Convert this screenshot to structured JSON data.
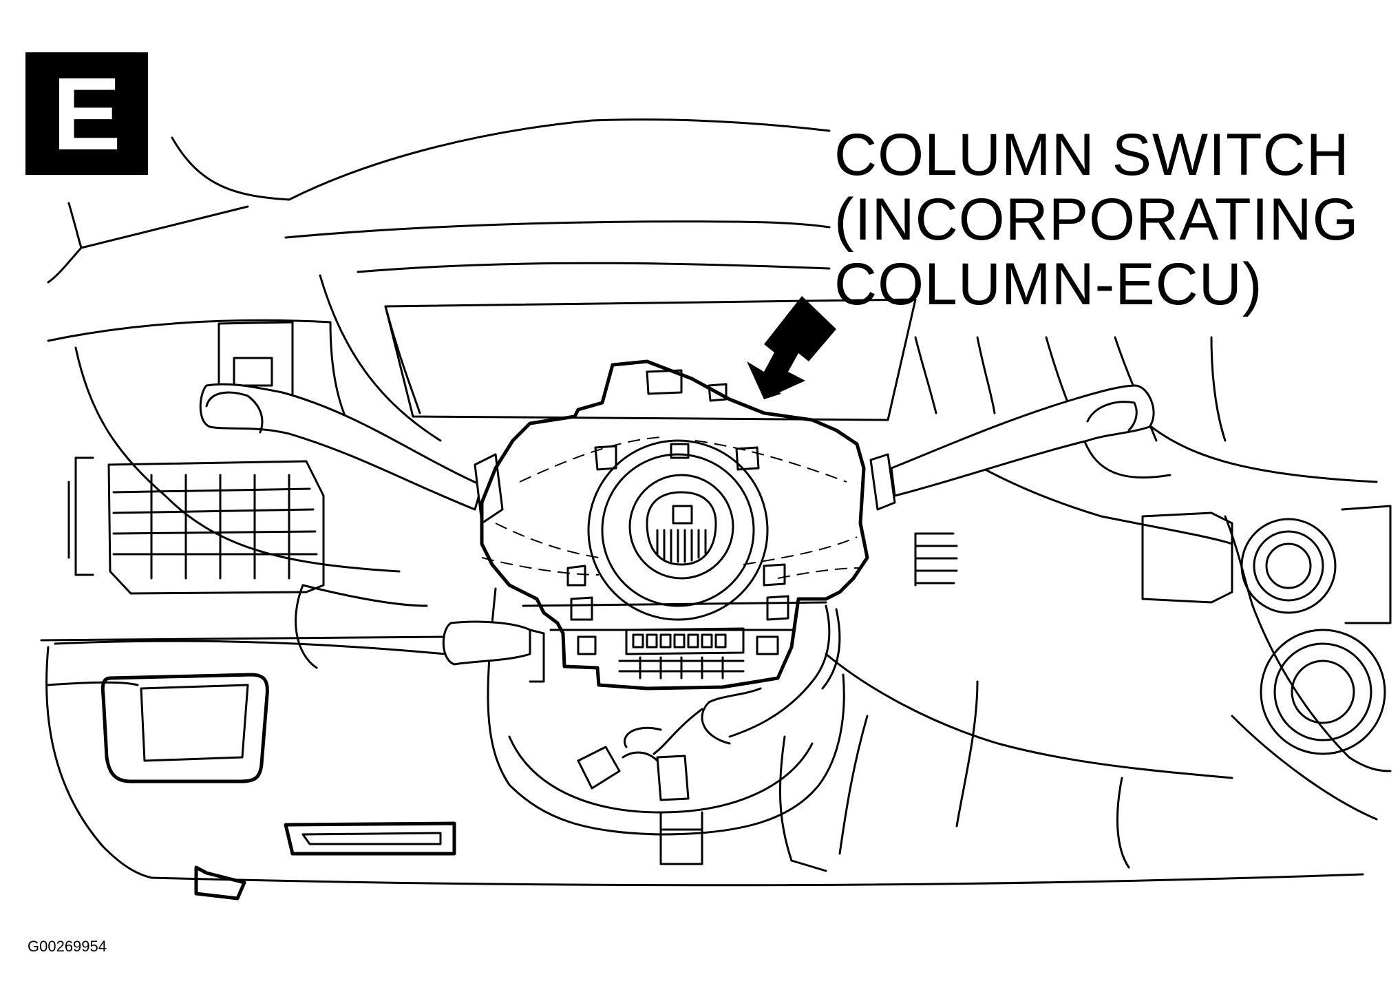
{
  "figure": {
    "badge_letter": "E",
    "callout_lines": [
      "COLUMN SWITCH",
      "(INCORPORATING",
      "COLUMN-ECU)"
    ],
    "figure_id": "G00269954"
  },
  "icons": {
    "callout_arrow": "arrow-icon"
  },
  "colors": {
    "line": "#000000",
    "background": "#ffffff"
  }
}
